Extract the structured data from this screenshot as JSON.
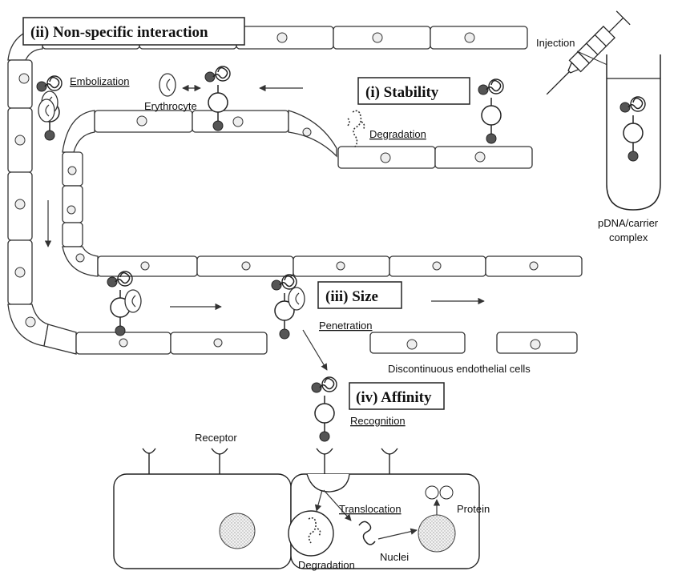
{
  "headings": {
    "stability": "(i) Stability",
    "nonspecific": "(ii) Non-specific interaction",
    "size": "(iii) Size",
    "affinity": "(iv) Affinity"
  },
  "labels": {
    "injection": "Injection",
    "embolization": "Embolization",
    "erythrocyte": "Erythrocyte",
    "degradation_vessel": "Degradation",
    "complex_line1": "pDNA/carrier",
    "complex_line2": "complex",
    "penetration": "Penetration",
    "discontinuous": "Discontinuous endothelial cells",
    "receptor": "Receptor",
    "recognition": "Recognition",
    "translocation": "Translocation",
    "protein": "Protein",
    "nuclei": "Nuclei",
    "degradation_cell": "Degradation"
  }
}
